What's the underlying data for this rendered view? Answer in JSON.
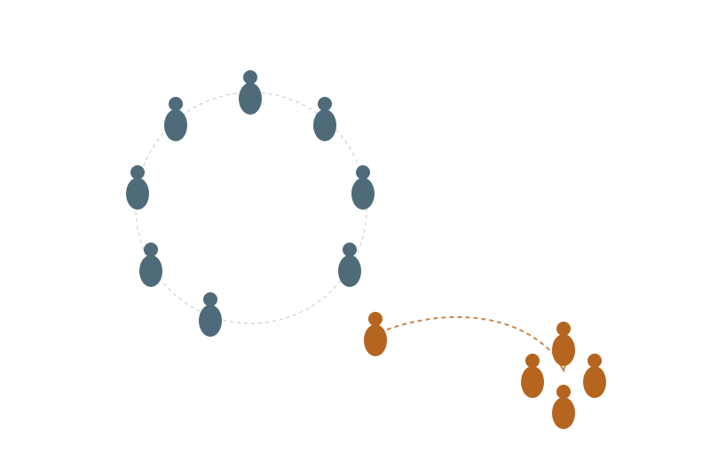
{
  "colors": {
    "background": "#ffffff",
    "circle_member": "#4f6b7a",
    "outsider": "#b5651d",
    "small_group": "#b5651d",
    "guide_circle": "#d4d4d4",
    "arrow": "#c8894f"
  },
  "groups": {
    "circle": {
      "member_count": 8,
      "member_icon": "person-icon"
    },
    "outsider": {
      "member_count": 1,
      "member_icon": "person-icon"
    },
    "small_group": {
      "member_count": 4,
      "member_icon": "person-icon"
    }
  },
  "connector": {
    "style": "dashed",
    "icon": "curved-arrow-icon"
  }
}
